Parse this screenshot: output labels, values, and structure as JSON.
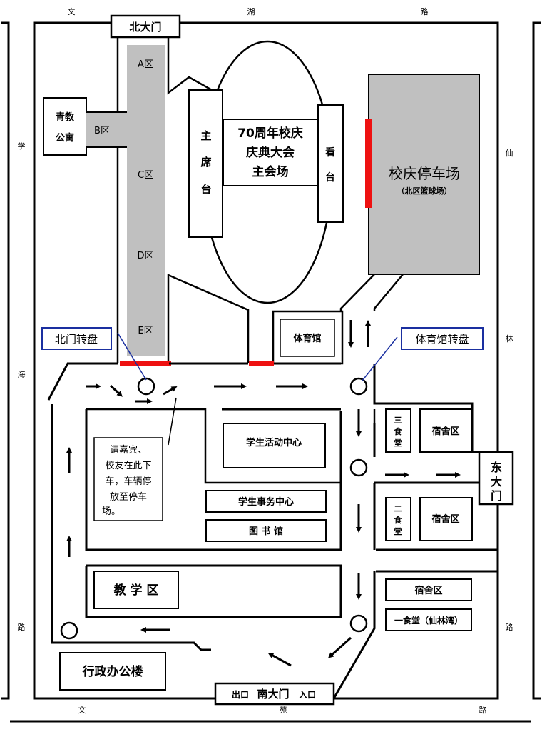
{
  "roads": {
    "top": [
      "文",
      "湖",
      "路"
    ],
    "bottom": [
      "文",
      "苑",
      "路"
    ],
    "left": [
      "学",
      "海",
      "路"
    ],
    "right": [
      "仙",
      "林",
      "路"
    ]
  },
  "gates": {
    "north": "北大门",
    "east": [
      "东",
      "大",
      "门"
    ],
    "south_exit": "出口",
    "south_name": "南大门",
    "south_entry": "入口"
  },
  "buildings": {
    "apartment": [
      "青教",
      "公寓"
    ],
    "zones": [
      "A区",
      "B区",
      "C区",
      "D区",
      "E区"
    ],
    "rostrum": [
      "主",
      "席",
      "台"
    ],
    "venue": [
      "70周年校庆",
      "庆典大会",
      "主会场"
    ],
    "stand": [
      "看",
      "台"
    ],
    "parking": "校庆停车场",
    "parking_sub": "（北区篮球场）",
    "gym": "体育馆",
    "canteen3": [
      "三",
      "食",
      "堂"
    ],
    "canteen2": [
      "二",
      "食",
      "堂"
    ],
    "dorm": "宿舍区",
    "student_activity": "学生活动中心",
    "student_affairs": "学生事务中心",
    "library": "图 书 馆",
    "teaching": "教 学 区",
    "admin": "行政办公楼",
    "canteen1": "一食堂（仙林湾）"
  },
  "callouts": {
    "north_roundabout": "北门转盘",
    "gym_roundabout": "体育馆转盘"
  },
  "notice": {
    "lines": [
      "请嘉宾、",
      "校友在此下",
      "车，车辆停",
      "放至停车",
      "场。"
    ]
  },
  "colors": {
    "highlight": "#ee1111",
    "parking_fill": "#c0c0c0",
    "callout_border": "#1a2fa0"
  }
}
